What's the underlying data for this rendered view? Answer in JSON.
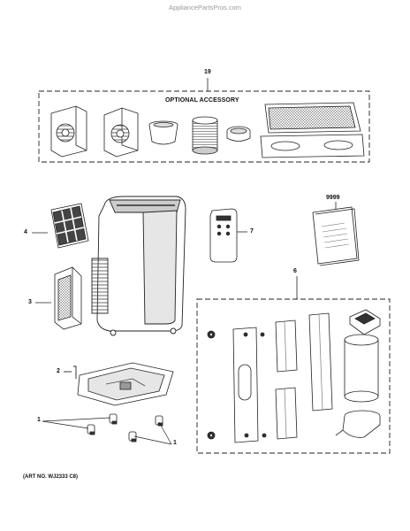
{
  "header": {
    "site": "AppliancePartsPros.com"
  },
  "accessory_box": {
    "callout": "19",
    "title": "OPTIONAL ACCESSORY"
  },
  "callouts": {
    "filter": "4",
    "side_filter": "3",
    "remote": "7",
    "manual": "9999",
    "window_kit": "6",
    "drain": "2",
    "casters_left": "1",
    "casters_right": "1"
  },
  "footer": {
    "art_no": "(ART NO. WJ2333 C8)"
  },
  "colors": {
    "line": "#222222",
    "fill": "#ffffff",
    "shade": "#bdbdbd",
    "dark": "#555555"
  }
}
